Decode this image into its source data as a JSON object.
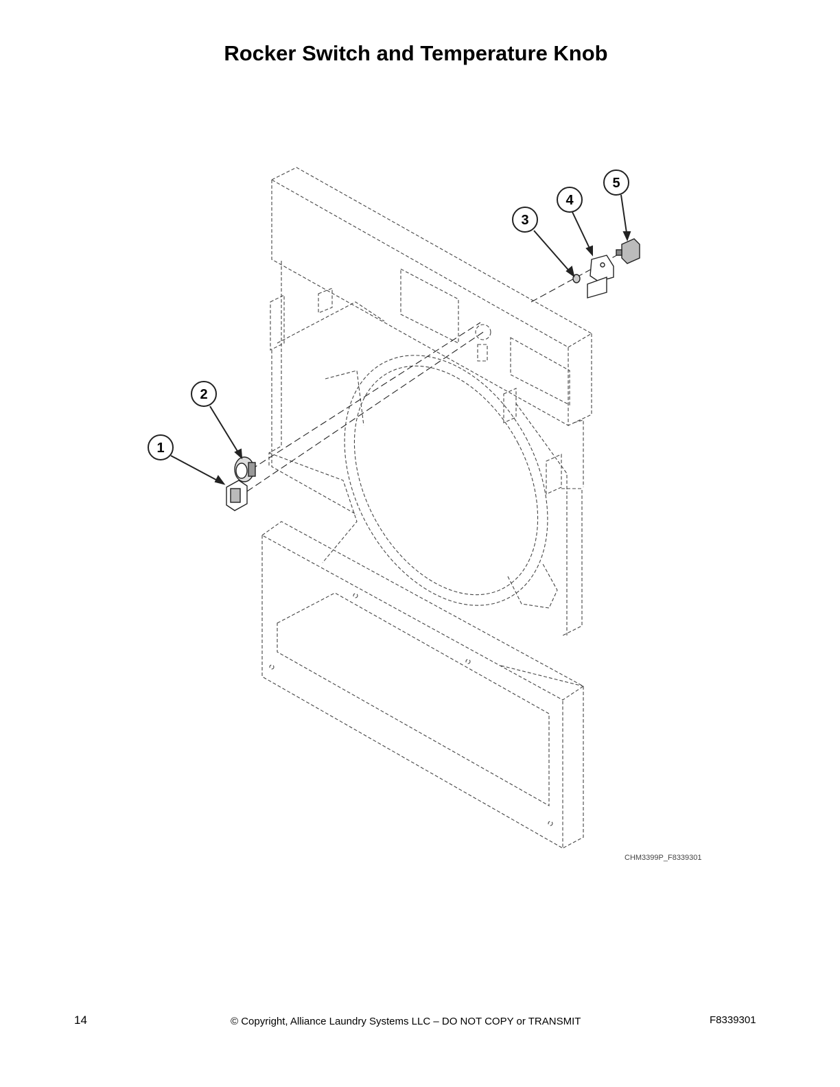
{
  "page": {
    "title": "Rocker Switch and Temperature Knob",
    "figure_code": "CHM3399P_F8339301",
    "page_number": "14",
    "copyright": "© Copyright, Alliance Laundry Systems LLC – DO NOT COPY or TRANSMIT",
    "doc_number": "F8339301"
  },
  "callouts": [
    "1",
    "2",
    "3",
    "4",
    "5"
  ]
}
